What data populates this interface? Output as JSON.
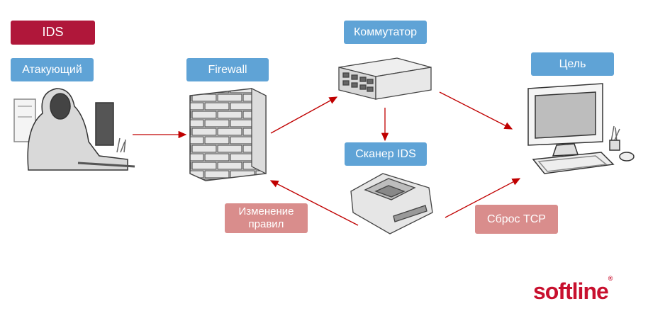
{
  "badge": "IDS",
  "nodes": {
    "attacker": "Атакующий",
    "firewall": "Firewall",
    "switch": "Коммутатор",
    "scanner": "Сканер IDS",
    "target": "Цель"
  },
  "actions": {
    "rule_change": "Изменение правил",
    "tcp_reset": "Сброс TCP"
  },
  "logo": {
    "text": "softline",
    "mark": "®"
  },
  "colors": {
    "accent_red": "#b0173a",
    "label_blue": "#5fa3d6",
    "label_pink": "#d98d8c",
    "arrow": "#c00000"
  }
}
